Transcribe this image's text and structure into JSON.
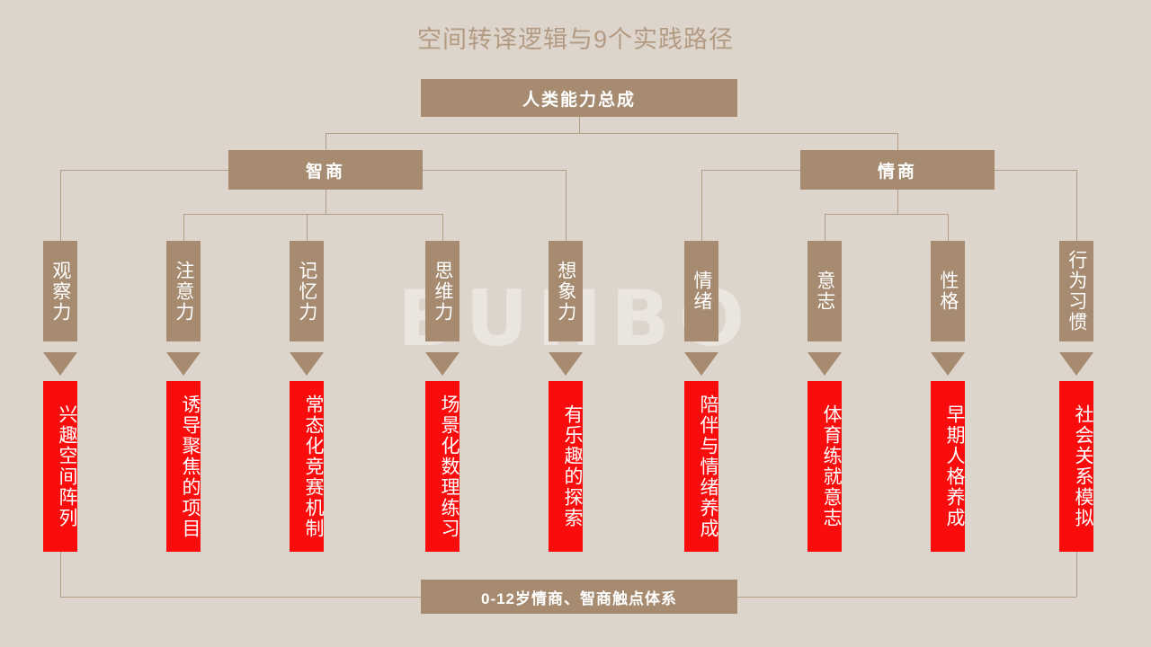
{
  "title": "空间转译逻辑与9个实践路径",
  "watermark": "BUNBO",
  "colors": {
    "background": "#ddd5cc",
    "brown": "#a68b70",
    "red": "#fa0c0c",
    "line": "#b49c85",
    "title_text": "#b39b83"
  },
  "root": {
    "label": "人类能力总成"
  },
  "branches": [
    {
      "id": "iq",
      "label": "智商"
    },
    {
      "id": "eq",
      "label": "情商"
    }
  ],
  "bottom": {
    "label": "0-12岁情商、智商触点体系"
  },
  "columns": [
    {
      "branch": "iq",
      "ability": "观察力",
      "practice": "兴趣空间阵列"
    },
    {
      "branch": "iq",
      "ability": "注意力",
      "practice": "诱导聚焦的项目"
    },
    {
      "branch": "iq",
      "ability": "记忆力",
      "practice": "常态化竞赛机制"
    },
    {
      "branch": "iq",
      "ability": "思维力",
      "practice": "场景化数理练习"
    },
    {
      "branch": "iq",
      "ability": "想象力",
      "practice": "有乐趣的探索"
    },
    {
      "branch": "eq",
      "ability": "情绪",
      "practice": "陪伴与情绪养成"
    },
    {
      "branch": "eq",
      "ability": "意志",
      "practice": "体育练就意志"
    },
    {
      "branch": "eq",
      "ability": "性格",
      "practice": "早期人格养成"
    },
    {
      "branch": "eq",
      "ability": "行为习惯",
      "practice": "社会关系模拟"
    }
  ]
}
